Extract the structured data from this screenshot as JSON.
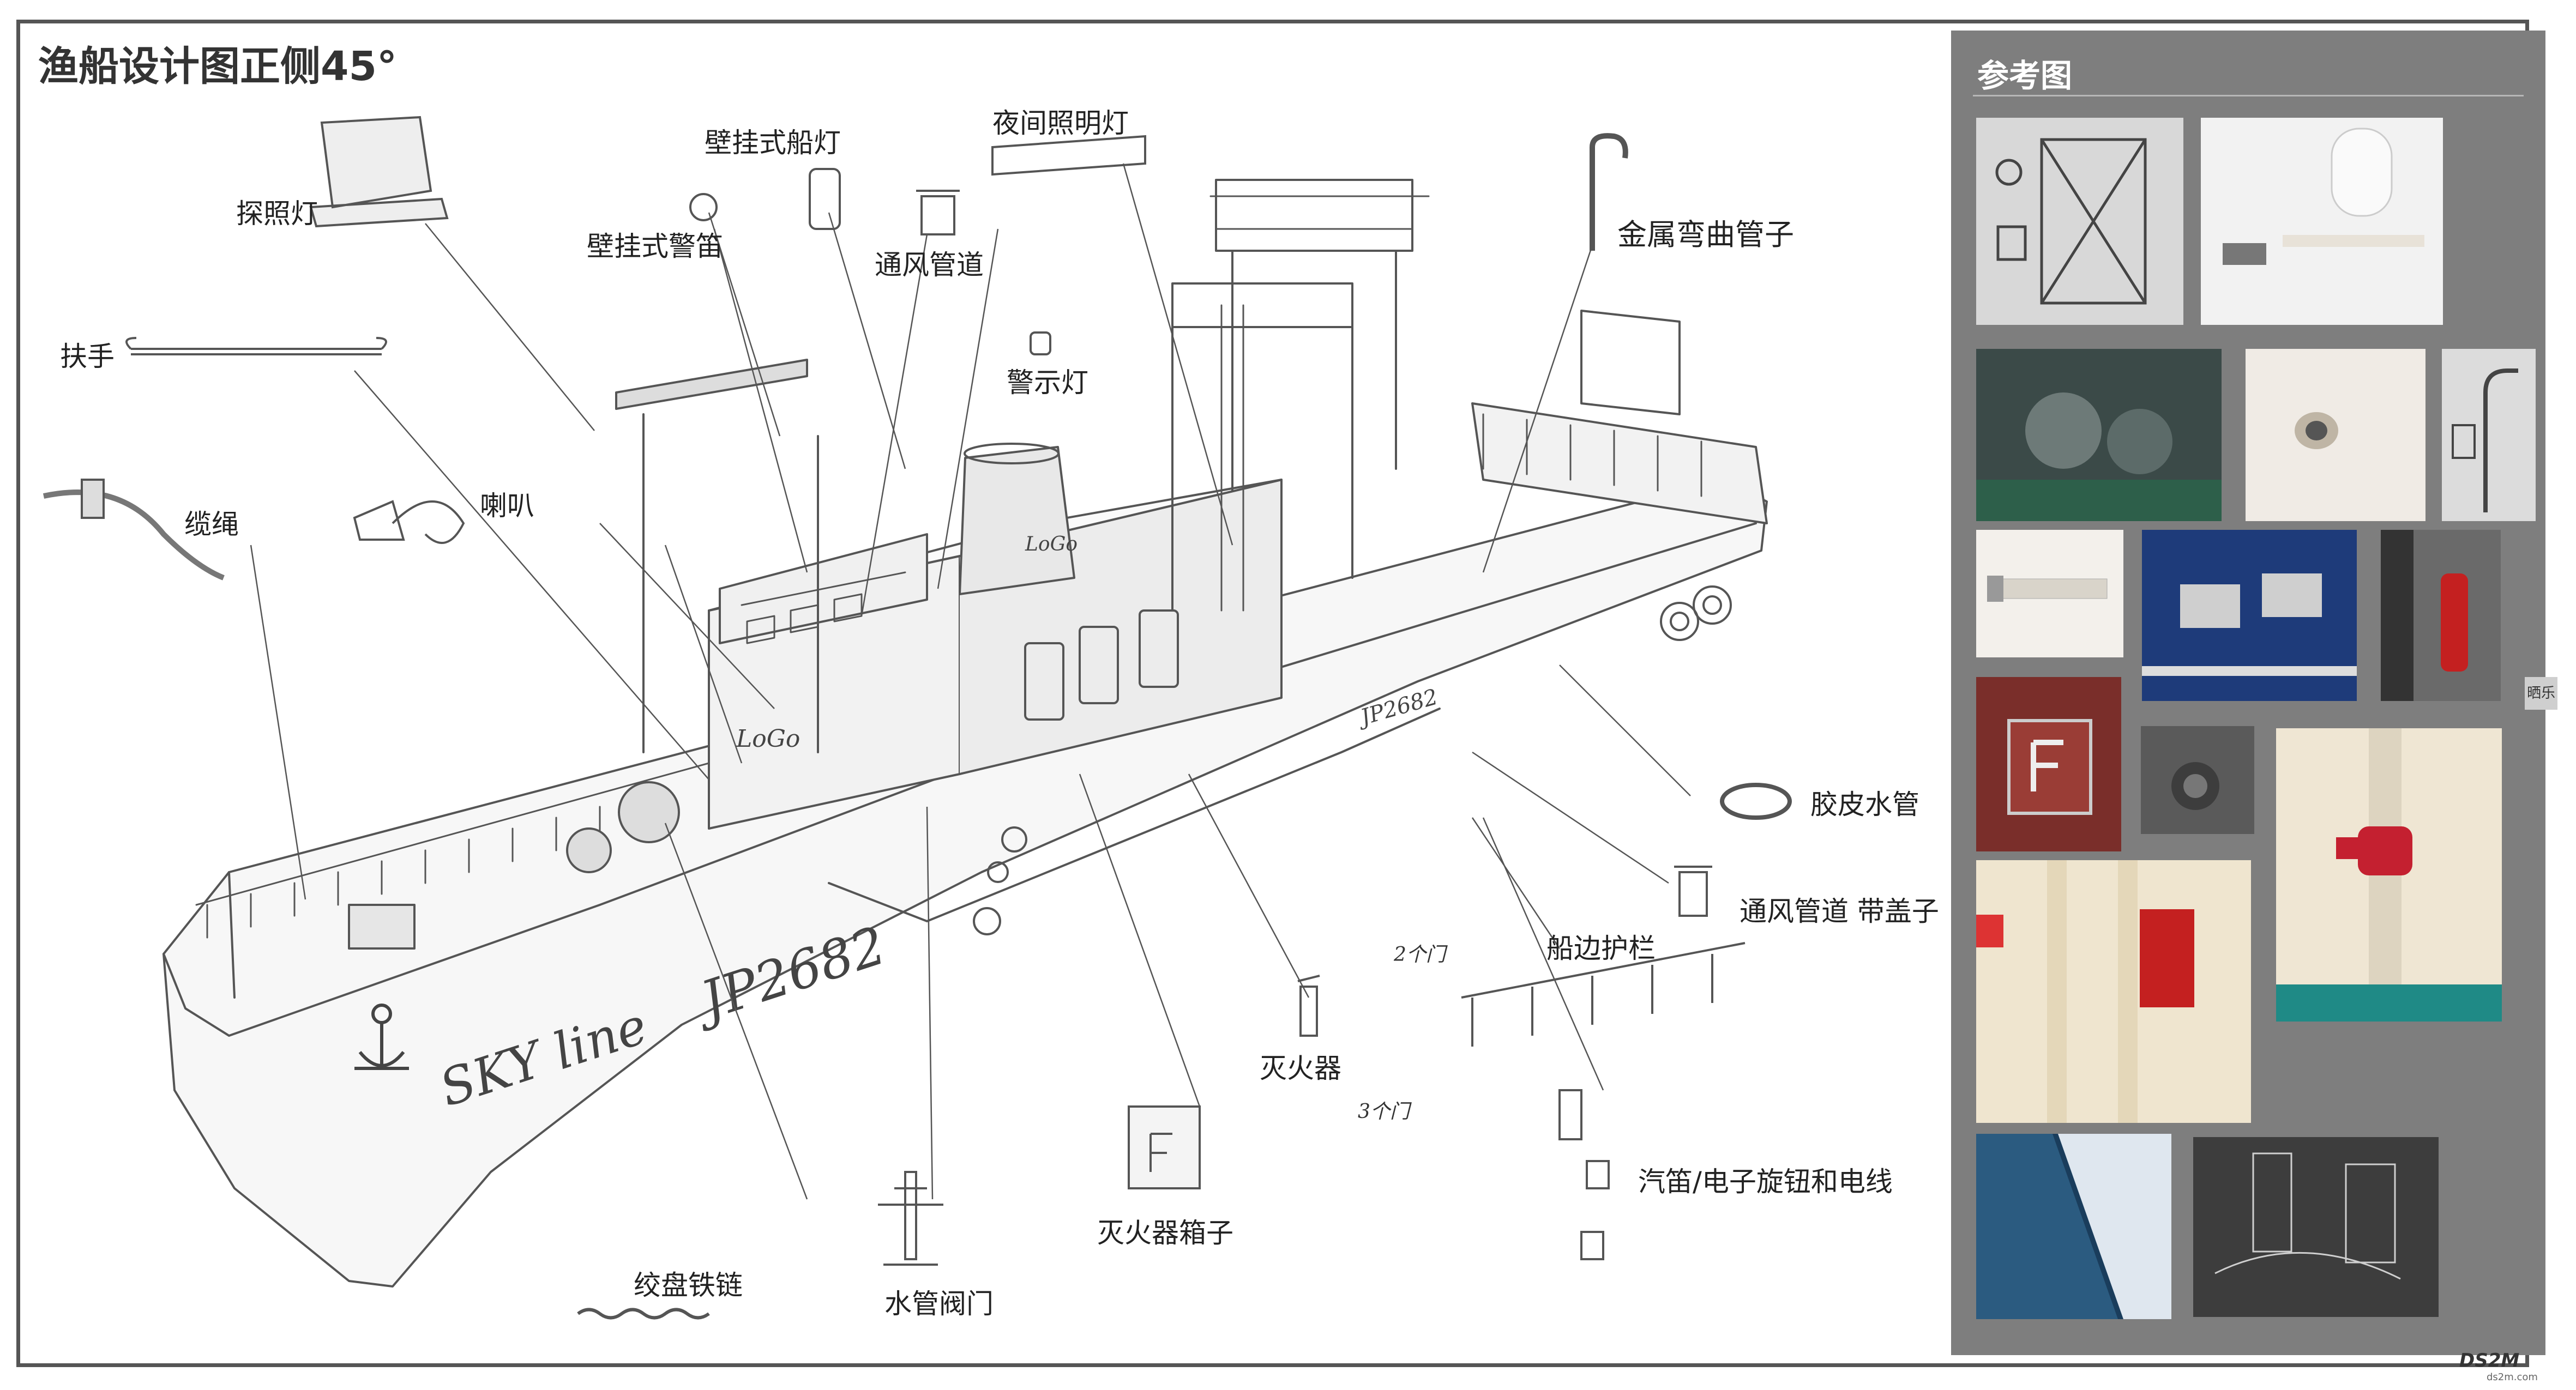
{
  "title": "渔船设计图正侧45°",
  "ship_text": {
    "brand": "SKY line",
    "code": "JP2682",
    "logo": "LoGo"
  },
  "labels": {
    "searchlight": "探照灯",
    "wall_ship_lamp": "壁挂式船灯",
    "night_light": "夜间照明灯",
    "wall_siren": "壁挂式警笛",
    "vent_pipe": "通风管道",
    "metal_pipe": "金属弯曲管子",
    "handrail": "扶手",
    "warning_light": "警示灯",
    "cable_rope": "缆绳",
    "horn": "喇叭",
    "hose": "胶皮水管",
    "vent_cap": "通风管道  带盖子",
    "railing": "船边护栏",
    "extinguisher": "灭火器",
    "whistle": "汽笛/电子旋钮和电线",
    "extinguisher_box": "灭火器箱子",
    "winch_chain": "绞盘铁链",
    "water_valve": "水管阀门"
  },
  "notes": {
    "two_doors": "2个门",
    "three_doors": "3个门"
  },
  "reference": {
    "title": "参考图"
  },
  "side_tab": "晒乐",
  "watermark": {
    "brand": "DS2M",
    "sub": "ds2m.com"
  }
}
